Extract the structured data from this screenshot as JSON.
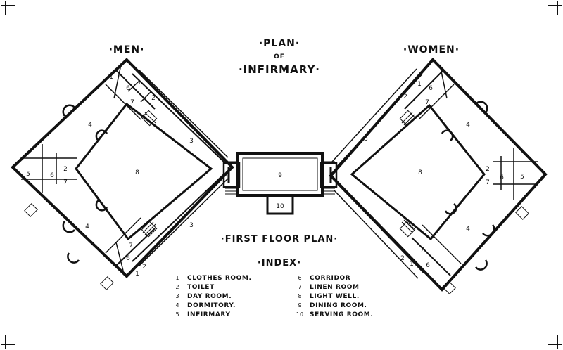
{
  "headings": {
    "men": "·MEN·",
    "women": "·WOMEN·",
    "plan": "·PLAN·",
    "of": "OF",
    "infirmary": "·INFIRMARY·",
    "floor_plan": "·FIRST FLOOR PLAN·",
    "index": "·INDEX·"
  },
  "index_items": [
    {
      "num": "1",
      "name": "CLOTHES ROOM."
    },
    {
      "num": "2",
      "name": "TOILET"
    },
    {
      "num": "3",
      "name": "DAY ROOM."
    },
    {
      "num": "4",
      "name": "DORMITORY."
    },
    {
      "num": "5",
      "name": "INFIRMARY"
    },
    {
      "num": "6",
      "name": "CORRIDOR"
    },
    {
      "num": "7",
      "name": "LINEN ROOM"
    },
    {
      "num": "8",
      "name": "LIGHT WELL."
    },
    {
      "num": "9",
      "name": "DINING ROOM."
    },
    {
      "num": "10",
      "name": "SERVING ROOM."
    }
  ],
  "room_numbers": {
    "n1": "1",
    "n2": "2",
    "n3": "3",
    "n4": "4",
    "n5": "5",
    "n6": "6",
    "n7": "7",
    "n8": "8",
    "n9": "9",
    "n10": "10"
  },
  "colors": {
    "ink": "#111111",
    "paper": "#ffffff"
  }
}
